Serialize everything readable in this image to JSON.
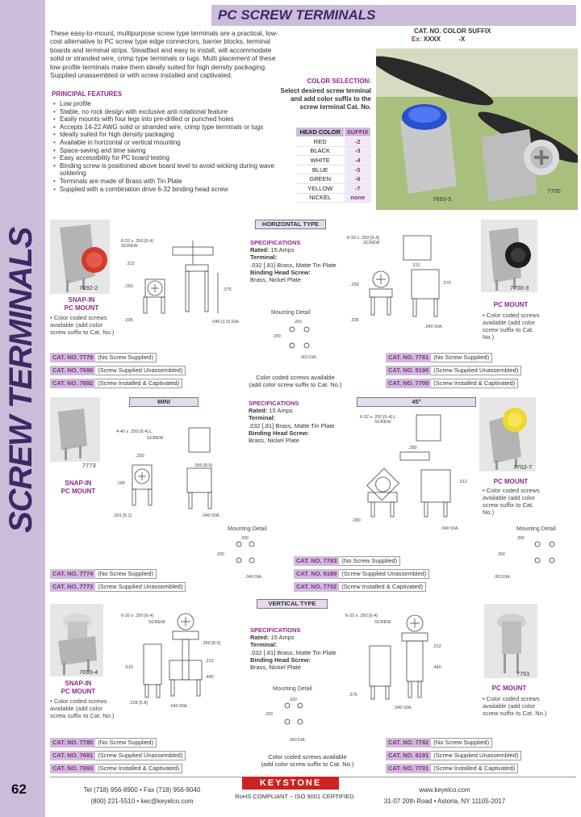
{
  "sidebar": {
    "title": "SCREW TERMINALS",
    "page_number": "62"
  },
  "header": {
    "title": "PC SCREW TERMINALS"
  },
  "intro": "These easy-to-mount, multipurpose screw type terminals are a practical, low-cost alternative to PC screw type edge connectors, barrier blocks, terminal boards and terminal strips. Steadfast and easy to install, will accommodate solid or stranded wire, crimp type terminals or lugs. Multi placement of these low-profile terminals make them ideally suited for high density packaging. Supplied unassembled or with screw installed and captivated.",
  "features": {
    "heading": "PRINCIPAL FEATURES",
    "items": [
      "Low profile",
      "Stable, no rock design with exclusive anti rotational feature",
      "Easily mounts with four legs into pre-drilled or punched holes",
      "Accepts 14-22 AWG solid or stranded wire, crimp type terminals or lugs",
      "Ideally suited for high density packaging",
      "Available in horizontal or vertical mounting",
      "Space-saving and time saving",
      "Easy accessibility for PC board testing",
      "Binding screw is positioned above board level to avoid wicking during wave soldering",
      "Terminals are made of Brass with Tin Plate",
      "Supplied with a combination drive 6-32 binding head screw"
    ]
  },
  "cat_suffix": {
    "heading": "CAT. NO.  COLOR SUFFIX",
    "ex_label": "Ex:",
    "ex_value": "XXXX          -X"
  },
  "color_selection": {
    "title": "COLOR SELECTION:",
    "text": "Select desired screw terminal and add color suffix to the screw terminal Cat. No.",
    "headers": [
      "HEAD COLOR",
      "SUFFIX"
    ],
    "rows": [
      [
        "RED",
        "-2"
      ],
      [
        "BLACK",
        "-3"
      ],
      [
        "WHITE",
        "-4"
      ],
      [
        "BLUE",
        "-5"
      ],
      [
        "GREEN",
        "-6"
      ],
      [
        "YELLOW",
        "-7"
      ],
      [
        "NICKEL",
        "none"
      ]
    ]
  },
  "photos": {
    "main_left_label": "7693-5",
    "main_right_label": "7700",
    "p1": "7692-2",
    "p2": "7700-3",
    "p3": "7773",
    "p4": "7702-7",
    "p5": "7693-4",
    "p6": "7701"
  },
  "horizontal": {
    "tag": "HORIZONTAL TYPE",
    "left_mount": "SNAP-IN\nPC MOUNT",
    "right_mount": "PC MOUNT",
    "right_note": "• Color coded screws available (add color screw suffix to Cat. No.)",
    "specs": {
      "title": "SPECIFICATIONS",
      "rated": "Rated:",
      "rated_value": "15 Amps",
      "terminal": "Terminal:",
      "terminal_value": ".032 [.81] Brass, Matte Tin Plate",
      "binding": "Binding Head Screw:",
      "binding_value": "Brass, Nickel Plate"
    },
    "mounting": "Mounting Detail",
    "footnote": "Color coded screws available\n(add color screw suffix to Cat. No.)",
    "left_cats": [
      {
        "cat": "CAT. NO. 7779",
        "desc": "(No Screw Supplied)"
      },
      {
        "cat": "CAT. NO. 7690",
        "desc": "(Screw Supplied Unassembled)"
      },
      {
        "cat": "CAT. NO. 7692",
        "desc": "(Screw Installed & Captivated)"
      }
    ],
    "right_cats": [
      {
        "cat": "CAT. NO. 7781",
        "desc": "(No Screw Supplied)"
      },
      {
        "cat": "CAT. NO. 8190",
        "desc": "(Screw Supplied Unassembled)"
      },
      {
        "cat": "CAT. NO. 7700",
        "desc": "(Screw Installed & Captivated)"
      }
    ]
  },
  "mini": {
    "tag": "MINI",
    "tag45": "45°",
    "left_mount": "SNAP-IN\nPC MOUNT",
    "right_mount": "PC MOUNT",
    "right_note": "• Color coded screws available (add color screw suffix to Cat. No.)",
    "specs": {
      "title": "SPECIFICATIONS",
      "rated": "Rated:",
      "rated_value": "15 Amps",
      "terminal": "Terminal:",
      "terminal_value": ".032 [.81] Brass, Matte Tin Plate",
      "binding": "Binding Head Screw:",
      "binding_value": "Brass, Nickel Plate"
    },
    "mounting_left": "Mounting Detail",
    "mounting_right": "Mounting Detail",
    "left_cats": [
      {
        "cat": "CAT. NO. 7774",
        "desc": "(No Screw Supplied)"
      },
      {
        "cat": "CAT. NO. 7773",
        "desc": "(Screw Supplied Unassembled)"
      }
    ],
    "right_cats": [
      {
        "cat": "CAT. NO. 7783",
        "desc": "(No Screw Supplied)"
      },
      {
        "cat": "CAT. NO. 8189",
        "desc": "(Screw Supplied Unassembled)"
      },
      {
        "cat": "CAT. NO. 7702",
        "desc": "(Screw Installed & Captivated)"
      }
    ]
  },
  "vertical": {
    "tag": "VERTICAL TYPE",
    "left_mount": "SNAP-IN\nPC MOUNT",
    "left_note": "• Color coded screws available (add color screw suffix to Cat. No.)",
    "right_mount": "PC MOUNT",
    "right_note": "• Color coded screws available (add color screw suffix to Cat. No.)",
    "specs": {
      "title": "SPECIFICATIONS",
      "rated": "Rated:",
      "rated_value": "15 Amps",
      "terminal": "Terminal:",
      "terminal_value": ".032 [.81] Brass, Matte Tin Plate",
      "binding": "Binding Head Screw:",
      "binding_value": "Brass, Nickel Plate"
    },
    "mounting": "Mounting Detail",
    "footnote": "Color coded screws available\n(add color screw suffix to Cat. No.)",
    "left_cats": [
      {
        "cat": "CAT. NO. 7780",
        "desc": "(No Screw Supplied)"
      },
      {
        "cat": "CAT. NO. 7691",
        "desc": "(Screw Supplied Unassembled)"
      },
      {
        "cat": "CAT. NO. 7693",
        "desc": "(Screw Installed & Captivated)"
      }
    ],
    "right_cats": [
      {
        "cat": "CAT. NO. 7782",
        "desc": "(No Screw Supplied)"
      },
      {
        "cat": "CAT. NO. 8191",
        "desc": "(Screw Supplied Unassembled)"
      },
      {
        "cat": "CAT. NO. 7701",
        "desc": "(Screw Installed & Captivated)"
      }
    ]
  },
  "footer": {
    "left_line1": "Tel (718) 956-8900 • Fax (718) 956-9040",
    "left_line2": "(800) 221-5510 • kec@keyelco.com",
    "logo": "KEYSTONE",
    "center": "RoHS COMPLIANT ~ ISO 9001 CERTIFIED",
    "right_line1": "www.keyelco.com",
    "right_line2": "31-07 20th Road • Astoria, NY 11105-2017"
  }
}
